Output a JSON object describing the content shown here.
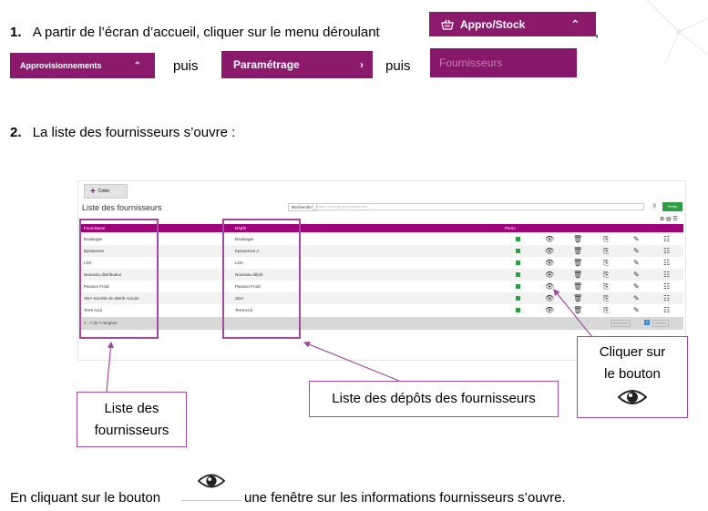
{
  "step1": {
    "number": "1.",
    "text": "A partir de l’écran d’accueil, cliquer sur le menu déroulant",
    "menu_appro": "Appro/Stock",
    "comma": ",",
    "menu_appros": "Approvisionnements",
    "puis1": "puis",
    "menu_param": "Paramétrage",
    "puis2": "puis",
    "menu_fourn": "Fournisseurs"
  },
  "step2": {
    "number": "2.",
    "text": "La liste des fournisseurs s’ouvre :"
  },
  "screenshot": {
    "create_label": "Créer",
    "title": "Liste des fournisseurs",
    "search_label": "Recherche :",
    "search_placeholder": "Entrez un texte pour rechercher",
    "search_btn": "Remp",
    "columns": [
      "Fournisseur",
      "Dépôt",
      "Perso"
    ],
    "rows": [
      {
        "fournisseur": "Boulanger",
        "depot": "Boulanger"
      },
      {
        "fournisseur": "Episaveurs",
        "depot": "Episaveurs A"
      },
      {
        "fournisseur": "LDC",
        "depot": "LDC"
      },
      {
        "fournisseur": "Nouveau distributeur",
        "depot": "Nouveau dépôt"
      },
      {
        "fournisseur": "Passion Froid",
        "depot": "Passion Froid"
      },
      {
        "fournisseur": "SDA-Société de distrib Avicole",
        "depot": "SDA"
      },
      {
        "fournisseur": "Terre Azul",
        "depot": "TerreAzul"
      }
    ],
    "footer": "1 - 7 de 7 rangées",
    "pager_prev": "Précédent",
    "pager_page": "1",
    "pager_next": "Suivant"
  },
  "callouts": {
    "liste_fourn": [
      "Liste des",
      "fournisseurs"
    ],
    "liste_depots": "Liste des dépôts des fournisseurs",
    "cliquer": [
      "Cliquer sur",
      "le bouton"
    ]
  },
  "bottom": {
    "before": "En cliquant sur le bouton",
    "after": "une fenêtre sur les informations fournisseurs s’ouvre."
  },
  "colors": {
    "purple": "#8b1a6d",
    "callout_border": "#a349a4",
    "table_header": "#a0007c"
  }
}
